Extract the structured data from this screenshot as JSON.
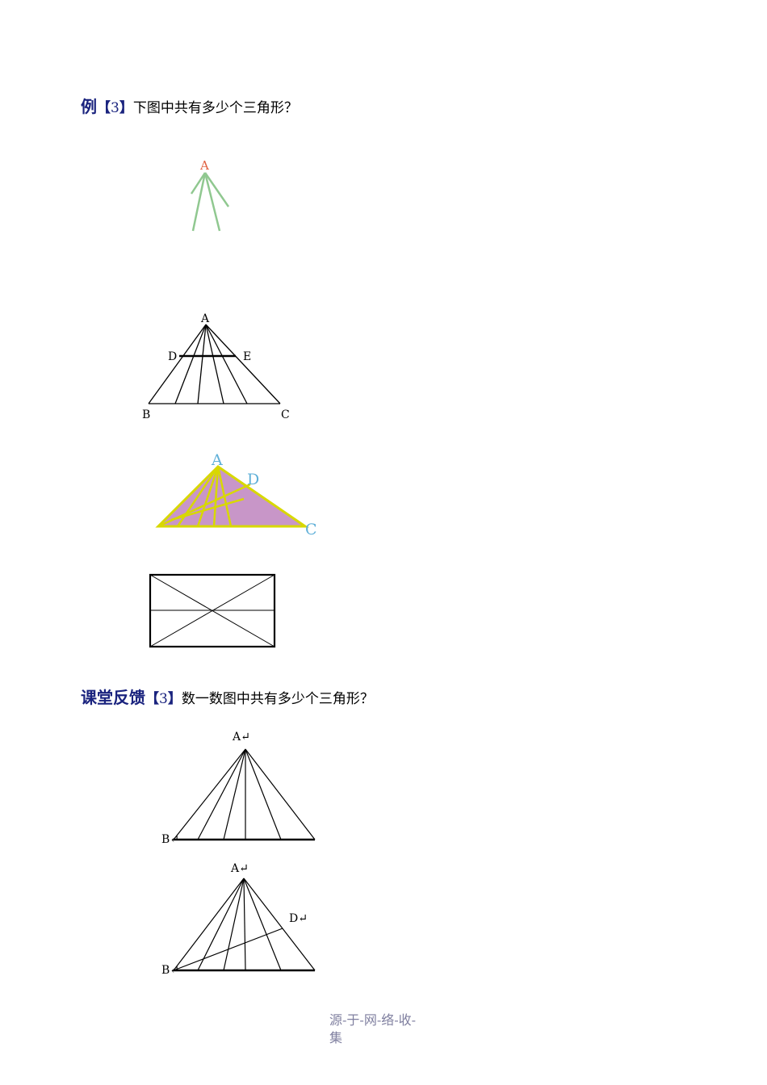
{
  "example": {
    "prefix": "例",
    "bracket_open": "【",
    "number": "3",
    "bracket_close": "】",
    "question": "下图中共有多少个三角形？"
  },
  "figure1": {
    "label_a": "A"
  },
  "figure2": {
    "label_a": "A",
    "label_b": "B",
    "label_c": "C",
    "label_d": "D",
    "label_e": "E"
  },
  "figure3": {
    "label_a": "A",
    "label_c": "C",
    "label_d": "D",
    "fill_color": "#c896c8",
    "line_color": "#d8d800"
  },
  "feedback": {
    "prefix": "课堂反馈",
    "bracket_open": "【",
    "number": "3",
    "bracket_close": "】",
    "question": "数一数图中共有多少个三角形？"
  },
  "figure5": {
    "label_a": "A↵",
    "label_b": "B↵"
  },
  "figure6": {
    "label_a": "A↵",
    "label_b": "B↵",
    "label_d": "D↵"
  },
  "footer": {
    "line1": "源-于-网-络-收-",
    "line2": "集"
  }
}
